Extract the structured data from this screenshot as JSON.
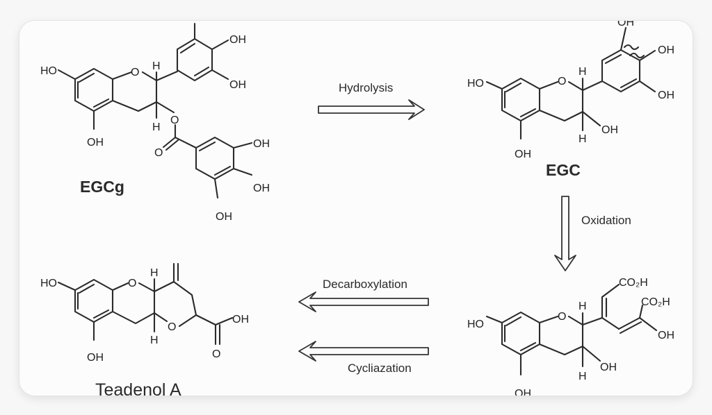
{
  "compounds": {
    "egcg": "EGCg",
    "egc": "EGC",
    "teadenol": "Teadenol A"
  },
  "reactions": {
    "hydrolysis": "Hydrolysis",
    "oxidation": "Oxidation",
    "decarboxylation": "Decarboxylation",
    "cyclization": "Cycliazation"
  },
  "atoms": {
    "ho": "HO",
    "oh": "OH",
    "o": "O",
    "h": "H",
    "co2h": "CO₂H"
  }
}
